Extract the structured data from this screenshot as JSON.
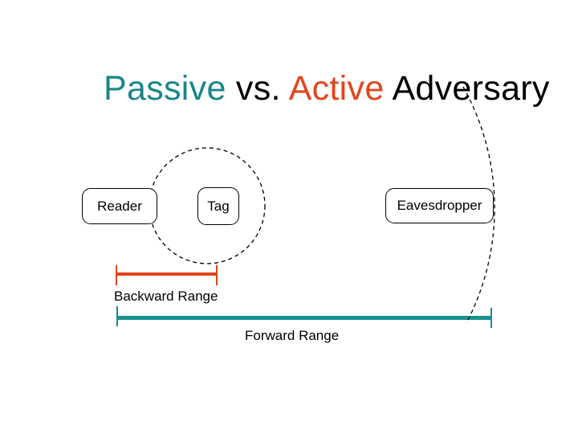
{
  "slide": {
    "title": {
      "segments": [
        {
          "text": "Passive ",
          "color": "#1a868b"
        },
        {
          "text": "vs. ",
          "color": "#000000"
        },
        {
          "text": "Active ",
          "color": "#e2451c"
        },
        {
          "text": "Adversary",
          "color": "#000000"
        }
      ]
    },
    "nodes": {
      "reader": "Reader",
      "tag": "Tag",
      "eavesdropper": "Eavesdropper"
    },
    "ranges": {
      "backward": {
        "label": "Backward Range",
        "color": "#e2441a"
      },
      "forward": {
        "label": "Forward Range",
        "color": "#17918e"
      }
    }
  }
}
